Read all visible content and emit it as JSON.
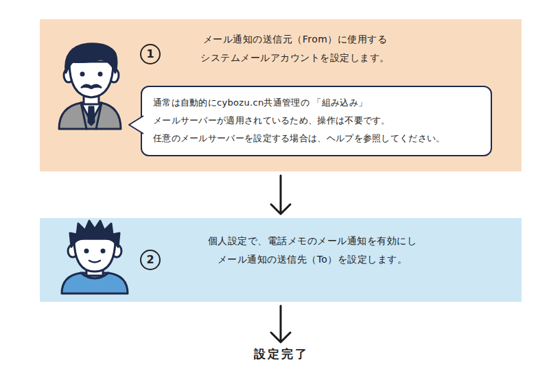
{
  "diagram": {
    "nodes": [
      {
        "text": [
          "メール通知の送信元（From）に使用する システムメールアカウントを設定します。"
        ]
      },
      {
        "text": [
          "通常は自動的にcybozu.cn共通管理の 「組み込み」メールサーバーが適用されているため、操作は不要です。 任意のメールサーバーを設定する場合は、ヘルプを参照してください。"
        ],
        "in": 0
      },
      {
        "text": [
          "個人設定で、電話メモのメール通知を有効にし メール通知の送信先（To）を設定します。"
        ]
      },
      {
        "text": [
          "設定完了"
        ]
      }
    ],
    "edges": [
      {
        "from": 0,
        "to": 2,
        "arrow": "to"
      },
      {
        "from": 2,
        "to": 3,
        "arrow": "to"
      }
    ],
    "labels": [
      "1",
      "2"
    ]
  }
}
